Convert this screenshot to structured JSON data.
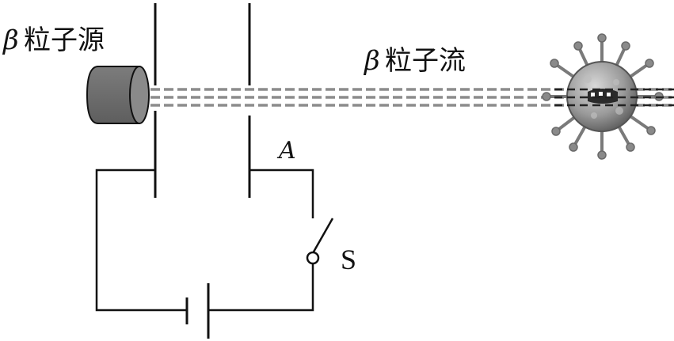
{
  "labels": {
    "source_symbol": "β",
    "source_text": "粒子源",
    "stream_symbol": "β",
    "stream_text": "粒子流",
    "plate_label": "A",
    "switch_label": "S"
  },
  "icons": {
    "source": "cylinder-source-icon",
    "target": "virus-cell-icon",
    "battery": "battery-icon",
    "switch": "switch-icon"
  },
  "colors": {
    "line": "#111111",
    "source_fill": "#6e6e6e",
    "beam": "#8c8c8c",
    "virus_fill": "#9a9a9a"
  }
}
